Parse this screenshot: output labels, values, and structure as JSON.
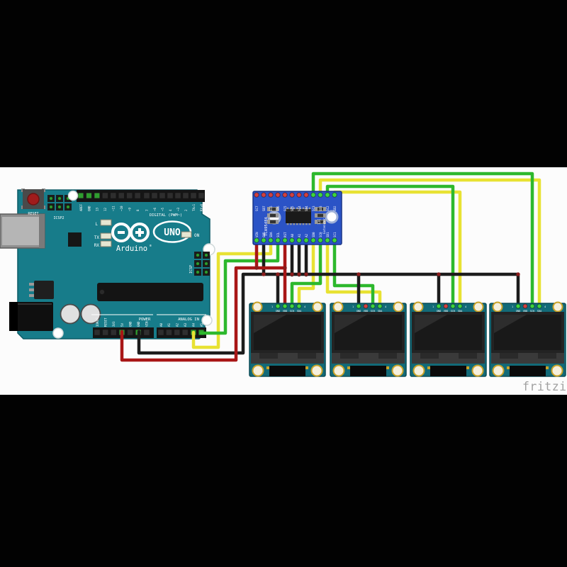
{
  "watermark": "fritzing",
  "colors": {
    "bg": "#020202",
    "canvas": "#fcfcfc",
    "arduino_teal": "#177c8a",
    "arduino_edge": "#0d5b66",
    "oled_teal": "#126a78",
    "oled_edge": "#0b4d58",
    "mux_blue": "#2b53c6",
    "mux_edge": "#1a3587",
    "wire_red": "#a81616",
    "wire_black": "#1c1c1c",
    "wire_yellow": "#e8e233",
    "wire_green": "#2db82d",
    "pad_green": "#3ed43e",
    "pad_red": "#d04040",
    "pad_dark_red": "#7a1f1f",
    "junction": "#8a1c1c",
    "gold": "#c9a227",
    "silk": "#ffffff",
    "screen_black": "#191919",
    "watermark_gray": "#a0a0a0"
  },
  "arduino": {
    "digital_left": [
      "AREF",
      "GND",
      "13",
      "12",
      "~11",
      "~10",
      "~9",
      "8"
    ],
    "digital_right": [
      "7",
      "~6",
      "~5",
      "4",
      "~3",
      "2",
      "TX▸1",
      "RX◂0"
    ],
    "power_pins": [
      "IOREF",
      "RESET",
      "3V3",
      "5V",
      "GND",
      "GND",
      "VIN"
    ],
    "analog_pins": [
      "A0",
      "A1",
      "A2",
      "A3",
      "A4",
      "A5"
    ],
    "labels": {
      "reset": "RESET",
      "icsp2": "ICSP2",
      "icsp": "ICSP",
      "digital": "DIGITAL (PWM~)",
      "power": "POWER",
      "analog": "ANALOG IN",
      "led_l": "L",
      "led_tx": "TX",
      "led_rx": "RX",
      "on": "ON",
      "brand": "Arduino",
      "reg": "®",
      "model": "UNO"
    }
  },
  "mux": {
    "title_left": "TCA9548A",
    "title_right_1": "I2C",
    "title_right_2": "Extender",
    "top_pins": [
      "SC7",
      "SD7",
      "SC6",
      "SD6",
      "SC5",
      "SD5",
      "SC4",
      "SD4",
      "SC3",
      "SD3",
      "SC2",
      "SD2"
    ],
    "bottom_pins": [
      "VIN",
      "GND",
      "SDA",
      "SCL",
      "RST",
      "A0",
      "A1",
      "A2",
      "SD0",
      "SC0",
      "SD1",
      "SC1"
    ],
    "top_states": [
      "nc",
      "nc",
      "nc",
      "nc",
      "nc",
      "nc",
      "nc",
      "nc",
      "c",
      "c",
      "c",
      "c"
    ],
    "bottom_states": [
      "c",
      "c",
      "c",
      "c",
      "c",
      "c",
      "c",
      "c",
      "c",
      "c",
      "c",
      "c"
    ]
  },
  "oled": {
    "pins": [
      "GND",
      "VDD",
      "SCK",
      "SDA"
    ],
    "pad_states": [
      [
        "c",
        "c",
        "c",
        "c"
      ],
      [
        "c",
        "nc",
        "c",
        "c"
      ],
      [
        "c",
        "nc",
        "c",
        "c"
      ],
      [
        "c",
        "nc",
        "c",
        "c"
      ]
    ],
    "marker_first": "1",
    "marker_last": "4"
  }
}
